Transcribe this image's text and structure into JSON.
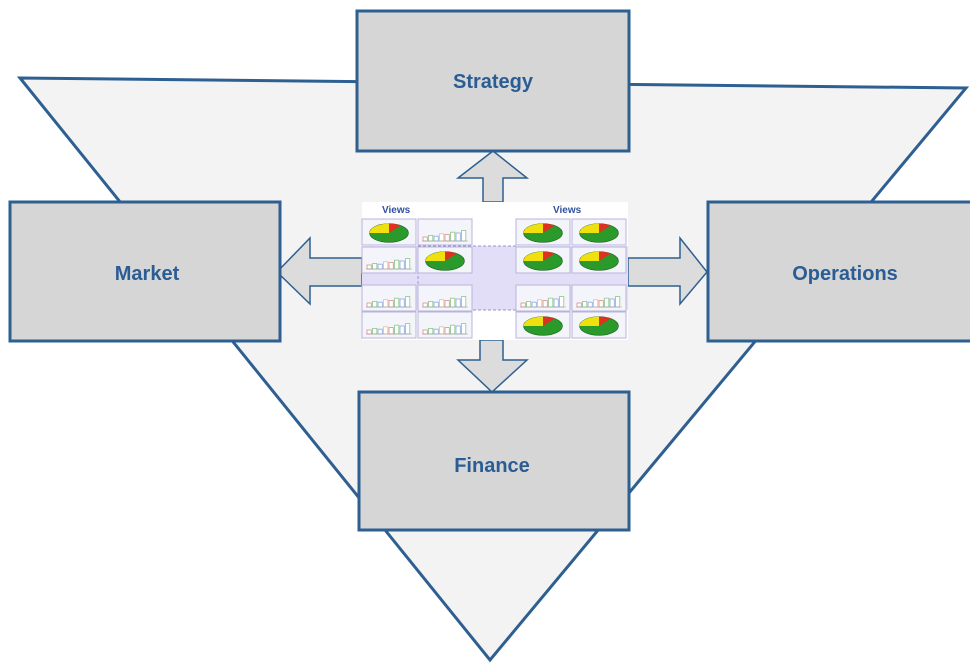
{
  "colors": {
    "triangle_fill": "#f3f3f3",
    "outline": "#2e5f91",
    "box_fill": "#d6d6d6",
    "label_text": "#2a5d94",
    "arrow_fill": "#dcdcdc",
    "dashboard_bg": "#e3def7",
    "pie_green": "#2a9a2a",
    "pie_yellow": "#f0e010",
    "pie_red": "#e03020"
  },
  "boxes": {
    "strategy": "Strategy",
    "market": "Market",
    "operations": "Operations",
    "finance": "Finance"
  },
  "dashboard": {
    "left_title": "Views",
    "right_title": "Views"
  }
}
